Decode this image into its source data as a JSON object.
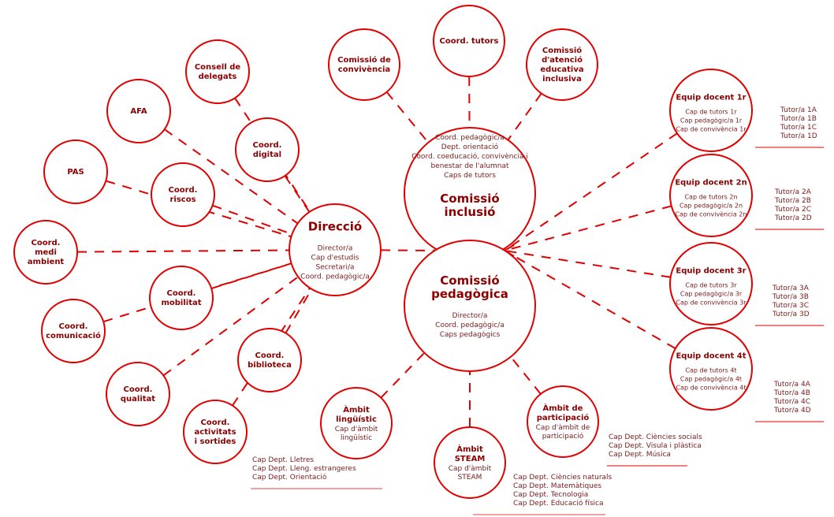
{
  "nodes": {
    "consell": {
      "title": [
        "Consell de",
        "delegats"
      ],
      "sub": []
    },
    "afa": {
      "title": [
        "AFA"
      ],
      "sub": []
    },
    "digital": {
      "title": [
        "Coord.",
        "digital"
      ],
      "sub": []
    },
    "pas": {
      "title": [
        "PAS"
      ],
      "sub": []
    },
    "riscos": {
      "title": [
        "Coord.",
        "riscos"
      ],
      "sub": []
    },
    "medi": {
      "title": [
        "Coord.",
        "medi",
        "ambient"
      ],
      "sub": []
    },
    "mobilitat": {
      "title": [
        "Coord.",
        "mobilitat"
      ],
      "sub": []
    },
    "comunicacio": {
      "title": [
        "Coord.",
        "comunicació"
      ],
      "sub": []
    },
    "biblioteca": {
      "title": [
        "Coord.",
        "biblioteca"
      ],
      "sub": []
    },
    "qualitat": {
      "title": [
        "Coord.",
        "qualitat"
      ],
      "sub": []
    },
    "activitats": {
      "title": [
        "Coord.",
        "activitats",
        "i sortides"
      ],
      "sub": []
    },
    "direccio": {
      "title": [
        "Direcció"
      ],
      "sub": [
        "Director/a",
        "Cap d'estudis",
        "Secretari/a",
        "Coord. pedagògic/a"
      ]
    },
    "convivencia": {
      "title": [
        "Comissió de",
        "convivència"
      ],
      "sub": []
    },
    "tutors": {
      "title": [
        "Coord. tutors"
      ],
      "sub": []
    },
    "atencio": {
      "title": [
        "Comissió",
        "d'atenció",
        "educativa",
        "inclusiva"
      ],
      "sub": []
    },
    "inclusio": {
      "title": [
        "Comissió",
        "inclusió"
      ],
      "sub": [
        "Coord. pedagògic/a",
        "Dept. orientació",
        "Coord. coeducació, convivència i",
        "benestar de l'alumnat",
        "Caps de tutors"
      ]
    },
    "pedagogica": {
      "title": [
        "Comissió",
        "pedagògica"
      ],
      "sub": [
        "Director/a",
        "Coord. pedagògic/a",
        "Caps pedagògics"
      ]
    },
    "ed1": {
      "title": [
        "Equip docent 1r"
      ],
      "sub": [
        "Cap de tutors 1r",
        "Cap pedagògic/a 1r",
        "Cap de convivència 1r"
      ]
    },
    "ed2": {
      "title": [
        "Equip docent 2n"
      ],
      "sub": [
        "Cap de tutors 2n",
        "Cap pedagògic/a 2n",
        "Cap de convivència 2n"
      ]
    },
    "ed3": {
      "title": [
        "Equip docent 3r"
      ],
      "sub": [
        "Cap de tutors 3r",
        "Cap pedagògic/a 3r",
        "Cap de convivència 3r"
      ]
    },
    "ed4": {
      "title": [
        "Equip docent 4t"
      ],
      "sub": [
        "Cap de tutors 4t",
        "Cap pedagògic/a 4t",
        "Cap de convivència 4t"
      ]
    },
    "linguistic": {
      "title": [
        "Àmbit",
        "lingüístic"
      ],
      "sub": [
        "Cap d'àmbit",
        "lingüístic"
      ]
    },
    "steam": {
      "title": [
        "Àmbit",
        "STEAM"
      ],
      "sub": [
        "Cap d'àmbit",
        "STEAM"
      ]
    },
    "participacio": {
      "title": [
        "Àmbit de",
        "participació"
      ],
      "sub": [
        "Cap d'àmbit de",
        "participació"
      ]
    }
  },
  "lists": {
    "tut1": [
      "Tutor/a 1A",
      "Tutor/a 1B",
      "Tutor/a 1C",
      "Tutor/a 1D"
    ],
    "tut2": [
      "Tutor/a 2A",
      "Tutor/a 2B",
      "Tutor/a 2C",
      "Tutor/a 2D"
    ],
    "tut3": [
      "Tutor/a 3A",
      "Tutor/a 3B",
      "Tutor/a 3C",
      "Tutor/a 3D"
    ],
    "tut4": [
      "Tutor/a 4A",
      "Tutor/a 4B",
      "Tutor/a 4C",
      "Tutor/a 4D"
    ],
    "ling": [
      "Cap Dept. Lletres",
      "Cap Dept. Lleng. estrangeres",
      "Cap Dept. Orientació"
    ],
    "steam": [
      "Cap Dept. Ciències naturals",
      "Cap Dept. Matemàtiques",
      "Cap Dept. Tecnologia",
      "Cap Dept. Educació física"
    ],
    "part": [
      "Cap Dept. Ciències socials",
      "Cap Dept. Visula i plàstica",
      "Cap Dept. Música"
    ]
  },
  "colors": {
    "accent": "#e00000",
    "text": "#8b0000"
  }
}
